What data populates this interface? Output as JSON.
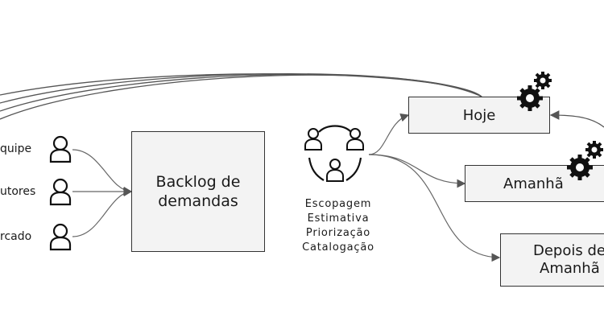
{
  "sources": [
    {
      "label": "quipe"
    },
    {
      "label": "utores"
    },
    {
      "label": "rcado"
    }
  ],
  "backlog": {
    "line1": "Backlog de",
    "line2": "demandas"
  },
  "process_steps": [
    "Escopagem",
    "Estimativa",
    "Priorização",
    "Catalogação"
  ],
  "targets": [
    {
      "line1": "Hoje",
      "line2": ""
    },
    {
      "line1": "Amanhã",
      "line2": ""
    },
    {
      "line1": "Depois de",
      "line2": "Amanhã"
    }
  ],
  "icons": {
    "source": "person-icon",
    "team": "team-cycle-icon",
    "gears": "gears-icon"
  },
  "colors": {
    "stroke": "#333333",
    "box_fill": "#f3f3f3",
    "arrow": "#555555"
  }
}
